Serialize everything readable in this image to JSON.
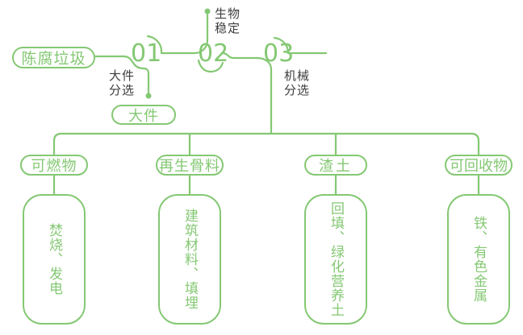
{
  "colors": {
    "accent": "#84c873",
    "label_text": "#3d3d3d",
    "background": "#ffffff"
  },
  "diagram": {
    "source": {
      "label": "陈腐垃圾"
    },
    "steps": [
      {
        "number": "01",
        "process": "大件分选",
        "output": "大件"
      },
      {
        "number": "02",
        "process": "生物稳定"
      },
      {
        "number": "03",
        "process": "机械分选"
      }
    ],
    "outputs": [
      {
        "category": "可燃物",
        "disposal": "焚烧、发电"
      },
      {
        "category": "再生骨料",
        "disposal": "建筑材料、填埋"
      },
      {
        "category": "渣土",
        "disposal": "回填、绿化营养土"
      },
      {
        "category": "可回收物",
        "disposal": "铁、有色金属"
      }
    ]
  }
}
